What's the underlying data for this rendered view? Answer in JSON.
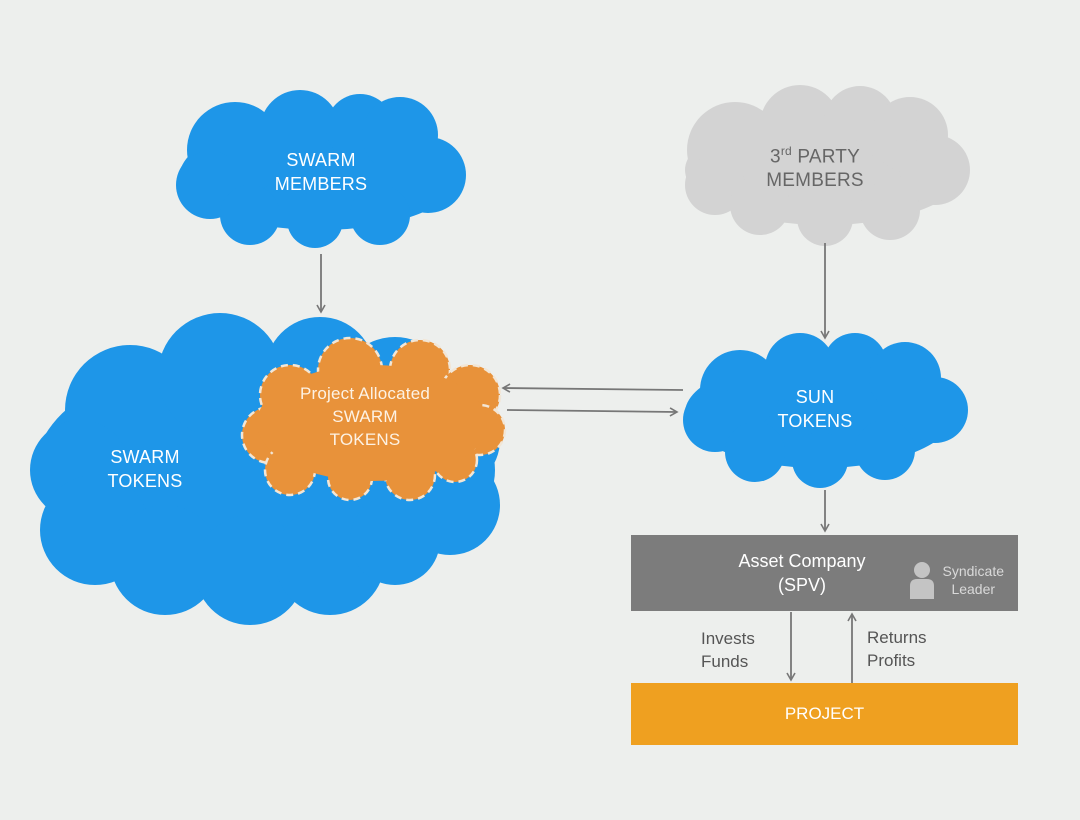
{
  "colors": {
    "background": "#edefed",
    "blue_cloud": "#1e96e8",
    "gray_cloud": "#d3d3d3",
    "orange_cloud": "#e8923a",
    "spv_box": "#7c7c7c",
    "project_box": "#efa020",
    "arrow": "#777777"
  },
  "nodes": {
    "swarm_members": {
      "line1": "SWARM",
      "line2": "MEMBERS"
    },
    "third_party_members": {
      "line1_prefix": "3",
      "line1_sup": "rd",
      "line1_suffix": " PARTY",
      "line2": "MEMBERS"
    },
    "swarm_tokens": {
      "line1": "SWARM",
      "line2": "TOKENS"
    },
    "project_allocated": {
      "line1": "Project Allocated",
      "line2": "SWARM",
      "line3": "TOKENS"
    },
    "sun_tokens": {
      "line1": "SUN",
      "line2": "TOKENS"
    },
    "asset_company": {
      "line1": "Asset Company",
      "line2": "(SPV)"
    },
    "syndicate_leader": {
      "line1": "Syndicate",
      "line2": "Leader",
      "icon": "person-icon"
    },
    "project": {
      "label": "PROJECT"
    }
  },
  "edges": [
    {
      "from": "swarm_members",
      "to": "swarm_tokens"
    },
    {
      "from": "third_party_members",
      "to": "sun_tokens"
    },
    {
      "from": "sun_tokens",
      "to": "project_allocated"
    },
    {
      "from": "project_allocated",
      "to": "sun_tokens"
    },
    {
      "from": "sun_tokens",
      "to": "asset_company"
    },
    {
      "from": "asset_company",
      "to": "project",
      "label_line1": "Invests",
      "label_line2": "Funds"
    },
    {
      "from": "project",
      "to": "asset_company",
      "label_line1": "Returns",
      "label_line2": "Profits"
    }
  ]
}
